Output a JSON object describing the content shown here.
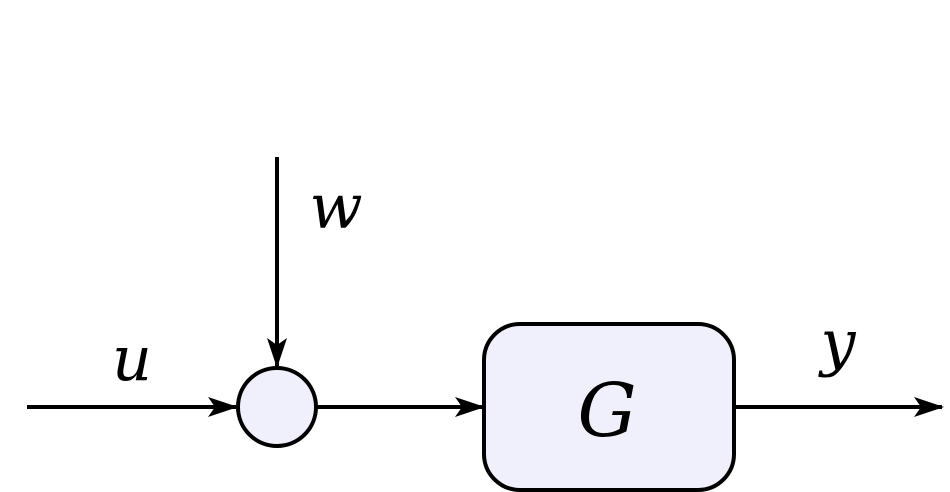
{
  "diagram": {
    "type": "block-diagram",
    "signals": {
      "input": "u",
      "disturbance": "w",
      "output": "y"
    },
    "blocks": [
      {
        "id": "summing-junction",
        "label": ""
      },
      {
        "id": "plant",
        "label": "G"
      }
    ],
    "colors": {
      "fill": "#f0f0fc",
      "stroke": "#000000"
    }
  }
}
